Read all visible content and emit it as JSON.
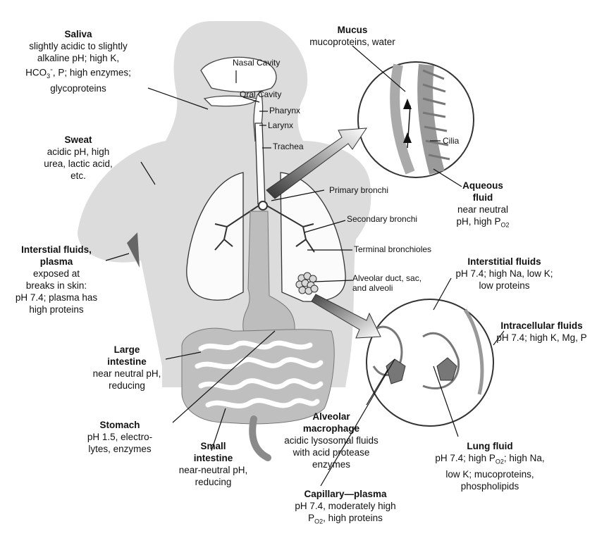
{
  "structure_labels": {
    "nasal_cavity": "Nasal Cavity",
    "oral_cavity": "Oral Cavity",
    "pharynx": "Pharynx",
    "larynx": "Larynx",
    "trachea": "Trachea",
    "primary_bronchi": "Primary bronchi",
    "secondary_bronchi": "Secondary bronchi",
    "terminal_bronchioles": "Terminal bronchioles",
    "alveolar_1": "Alveolar duct, sac,",
    "alveolar_2": "and alveoli",
    "cilia": "Cilia"
  },
  "fluids": {
    "saliva": {
      "title": "Saliva",
      "l1": "slightly acidic to slightly",
      "l2": "alkaline pH; high K,",
      "l3a": "HCO",
      "l3sub": "3",
      "l3sup": "-",
      "l3b": ", P; high enzymes;",
      "l4": "glycoproteins"
    },
    "sweat": {
      "title": "Sweat",
      "l1": "acidic pH, high",
      "l2": "urea, lactic acid,",
      "l3": "etc."
    },
    "interstitial_plasma": {
      "title1": "Interstial fluids,",
      "title2": "plasma",
      "l1": "exposed at",
      "l2": "breaks in skin:",
      "l3": "pH 7.4; plasma has",
      "l4": "high proteins"
    },
    "large_intestine": {
      "title1": "Large",
      "title2": "intestine",
      "l1": "near neutral pH,",
      "l2": "reducing"
    },
    "stomach": {
      "title": "Stomach",
      "l1": "pH 1.5, electro-",
      "l2": "lytes, enzymes"
    },
    "small_intestine": {
      "title1": "Small",
      "title2": "intestine",
      "l1": "near-neutral pH,",
      "l2": "reducing"
    },
    "mucus": {
      "title": "Mucus",
      "l1": "mucoproteins, water"
    },
    "aqueous": {
      "title1": "Aqueous",
      "title2": "fluid",
      "l1": "near neutral",
      "l2a": "pH, high P",
      "l2sub": "O2"
    },
    "interstitial": {
      "title": "Interstitial fluids",
      "l1": "pH 7.4; high Na, low K;",
      "l2": "low proteins"
    },
    "intracellular": {
      "title": "Intracellular fluids",
      "l1": "pH 7.4; high K, Mg, P"
    },
    "alveolar_macrophage": {
      "title1": "Alveolar",
      "title2": "macrophage",
      "l1": "acidic lysosomal fluids",
      "l2": "with acid protease",
      "l3": "enzymes"
    },
    "lung_fluid": {
      "title": "Lung fluid",
      "l1a": "pH 7.4; high P",
      "l1sub": "O2",
      "l1b": "; high Na,",
      "l2": "low K; mucoproteins,",
      "l3": "phospholipids"
    },
    "capillary": {
      "title": "Capillary—plasma",
      "l1": "pH 7.4, moderately high",
      "l2a": "P",
      "l2sub": "O2",
      "l2b": ", high proteins"
    }
  },
  "colors": {
    "body_fill": "#d9d9d9",
    "organ_gray": "#bdbdbd",
    "dark_gray": "#808080",
    "lines": "#111111"
  }
}
